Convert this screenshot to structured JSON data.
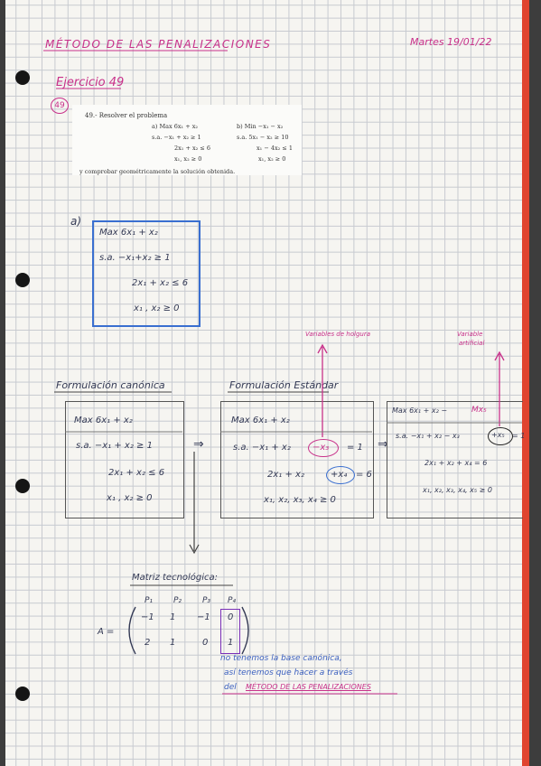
{
  "header": {
    "title": "MÉTODO DE LAS PENALIZACIONES",
    "date": "Martes 19/01/22"
  },
  "exercise": {
    "label": "Ejercicio 49",
    "circled_number": "49"
  },
  "printed_problem": {
    "statement": "49.- Resolver el problema",
    "a_obj": "a) Max  6x₁ + x₂",
    "a_c1": "s.a.  −x₁ + x₂ ≥ 1",
    "a_c2": "2x₁ + x₂ ≤ 6",
    "a_c3": "x₁, x₂ ≥ 0",
    "b_obj": "b) Min  −x₁ − x₂",
    "b_c1": "s.a.  5x₁ − x₂ ≥ 10",
    "b_c2": "x₁ − 4x₂ ≤ 1",
    "b_c3": "x₁, x₂ ≥ 0",
    "footer": "y comprobar geométricamente la solución obtenida."
  },
  "part_a": {
    "label": "a)",
    "obj": "Max   6x₁ + x₂",
    "c1": "s.a.   −x₁+x₂ ≥ 1",
    "c2": "2x₁ + x₂ ≤ 6",
    "c3": "x₁ , x₂ ≥ 0"
  },
  "notes": {
    "holgura": "Variables de holgura",
    "artificial_1": "Variable",
    "artificial_2": "artificial"
  },
  "canonical": {
    "title": "Formulación canónica",
    "obj": "Max   6x₁ + x₂",
    "c1": "s.a.  −x₁ + x₂ ≥ 1",
    "c2": "2x₁ + x₂ ≤ 6",
    "c3": "x₁ , x₂ ≥ 0"
  },
  "standard": {
    "title": "Formulación Estándar",
    "obj": "Max  6x₁ + x₂",
    "c1a": "s.a.  −x₁ + x₂",
    "c1_slack": "−x₃",
    "c1b": "= 1",
    "c2a": "2x₁ + x₂",
    "c2_slack": "+x₄",
    "c2b": "= 6",
    "c3": "x₁, x₂, x₃, x₄ ≥ 0"
  },
  "penalized": {
    "obj_a": "Max  6x₁ + x₂ −",
    "obj_m": "Mx₅",
    "c1a": "s.a.  −x₁ + x₂ − x₃",
    "c1_art": "+x₅",
    "c1b": "= 1",
    "c2": "2x₁ + x₂       + x₄   = 6",
    "c3": "x₁, x₂, x₃, x₄, x₅ ≥ 0"
  },
  "arrows": {
    "implies": "⇒"
  },
  "matrix": {
    "title": "Matriz tecnológica:",
    "lhs": "A =",
    "headers": [
      "P₁",
      "P₂",
      "P₃",
      "P₄"
    ],
    "row1": [
      "−1",
      "1",
      "−1",
      "0"
    ],
    "row2": [
      "2",
      "1",
      "0",
      "1"
    ]
  },
  "conclusion": {
    "line1": "no tenemos la base canónica,",
    "line2": "así tenemos que hacer a través",
    "line3_a": "del",
    "line3_b": "MÉTODO DE LAS PENALIZACIONES"
  }
}
